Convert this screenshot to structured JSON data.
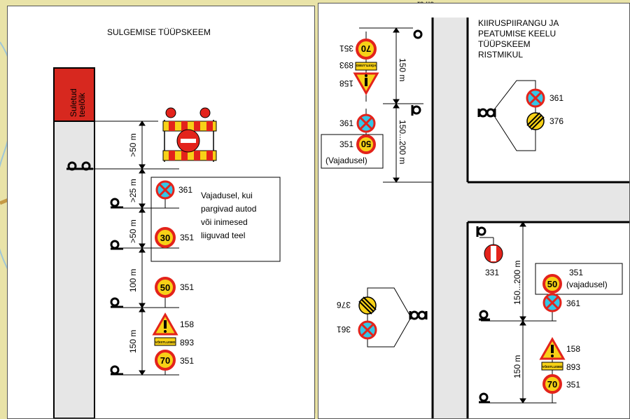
{
  "left": {
    "title": "SULGEMISE TÜÜPSKEEM",
    "closed_lines": [
      "Suletud",
      "teelõik"
    ],
    "dist_50_top": ">50 m",
    "dist_25": ">25 m",
    "dist_50_mid": ">50 m",
    "dist_100": "100 m",
    "dist_150": "150 m",
    "note_lines": [
      "Vajadusel, kui",
      "pargivad autod",
      "või inimesed",
      "liiguvad teel"
    ],
    "codes": {
      "c361": "361",
      "c351a": "351",
      "c351b": "351",
      "c158": "158",
      "c893": "893",
      "c351c": "351"
    },
    "speeds": {
      "s30": "30",
      "s50": "50",
      "s70": "70"
    },
    "plate_text": "VÕISTLUSED"
  },
  "right": {
    "title_lines": [
      "KIIRUSPIIRANGU JA",
      "PEATUMISE KEELU",
      "TÜÜPSKEEM",
      "RISTMIKUL"
    ],
    "dist_150_top": "150 m",
    "dist_150_200_top": "150...200 m",
    "dist_150_200_bot": "150...200 m",
    "dist_150_bot": "150 m",
    "top_codes": {
      "c351": "351",
      "c893": "893",
      "c158": "158"
    },
    "top_speed": "70",
    "left_group": {
      "c361": "361",
      "c351": "351",
      "speed": "50",
      "note": "(Vajadusel)"
    },
    "junction_codes": {
      "c361": "361",
      "c376": "376"
    },
    "side_codes": {
      "c331": "331",
      "c376": "376",
      "c361": "361"
    },
    "right_box": {
      "c351": "351",
      "note": "(vajadusel)",
      "speed": "50"
    },
    "c361_b": "361",
    "bottom": {
      "c158": "158",
      "c893": "893",
      "c351": "351",
      "speed": "70"
    },
    "plate_text": "VÕISTLUSED"
  },
  "corner_text": "ra ue",
  "colors": {
    "red": "#e3231b",
    "yellow": "#f7d117",
    "cyan": "#34c6e6",
    "closed_fill": "#d7281f",
    "road_fill": "#e6e6e6"
  }
}
